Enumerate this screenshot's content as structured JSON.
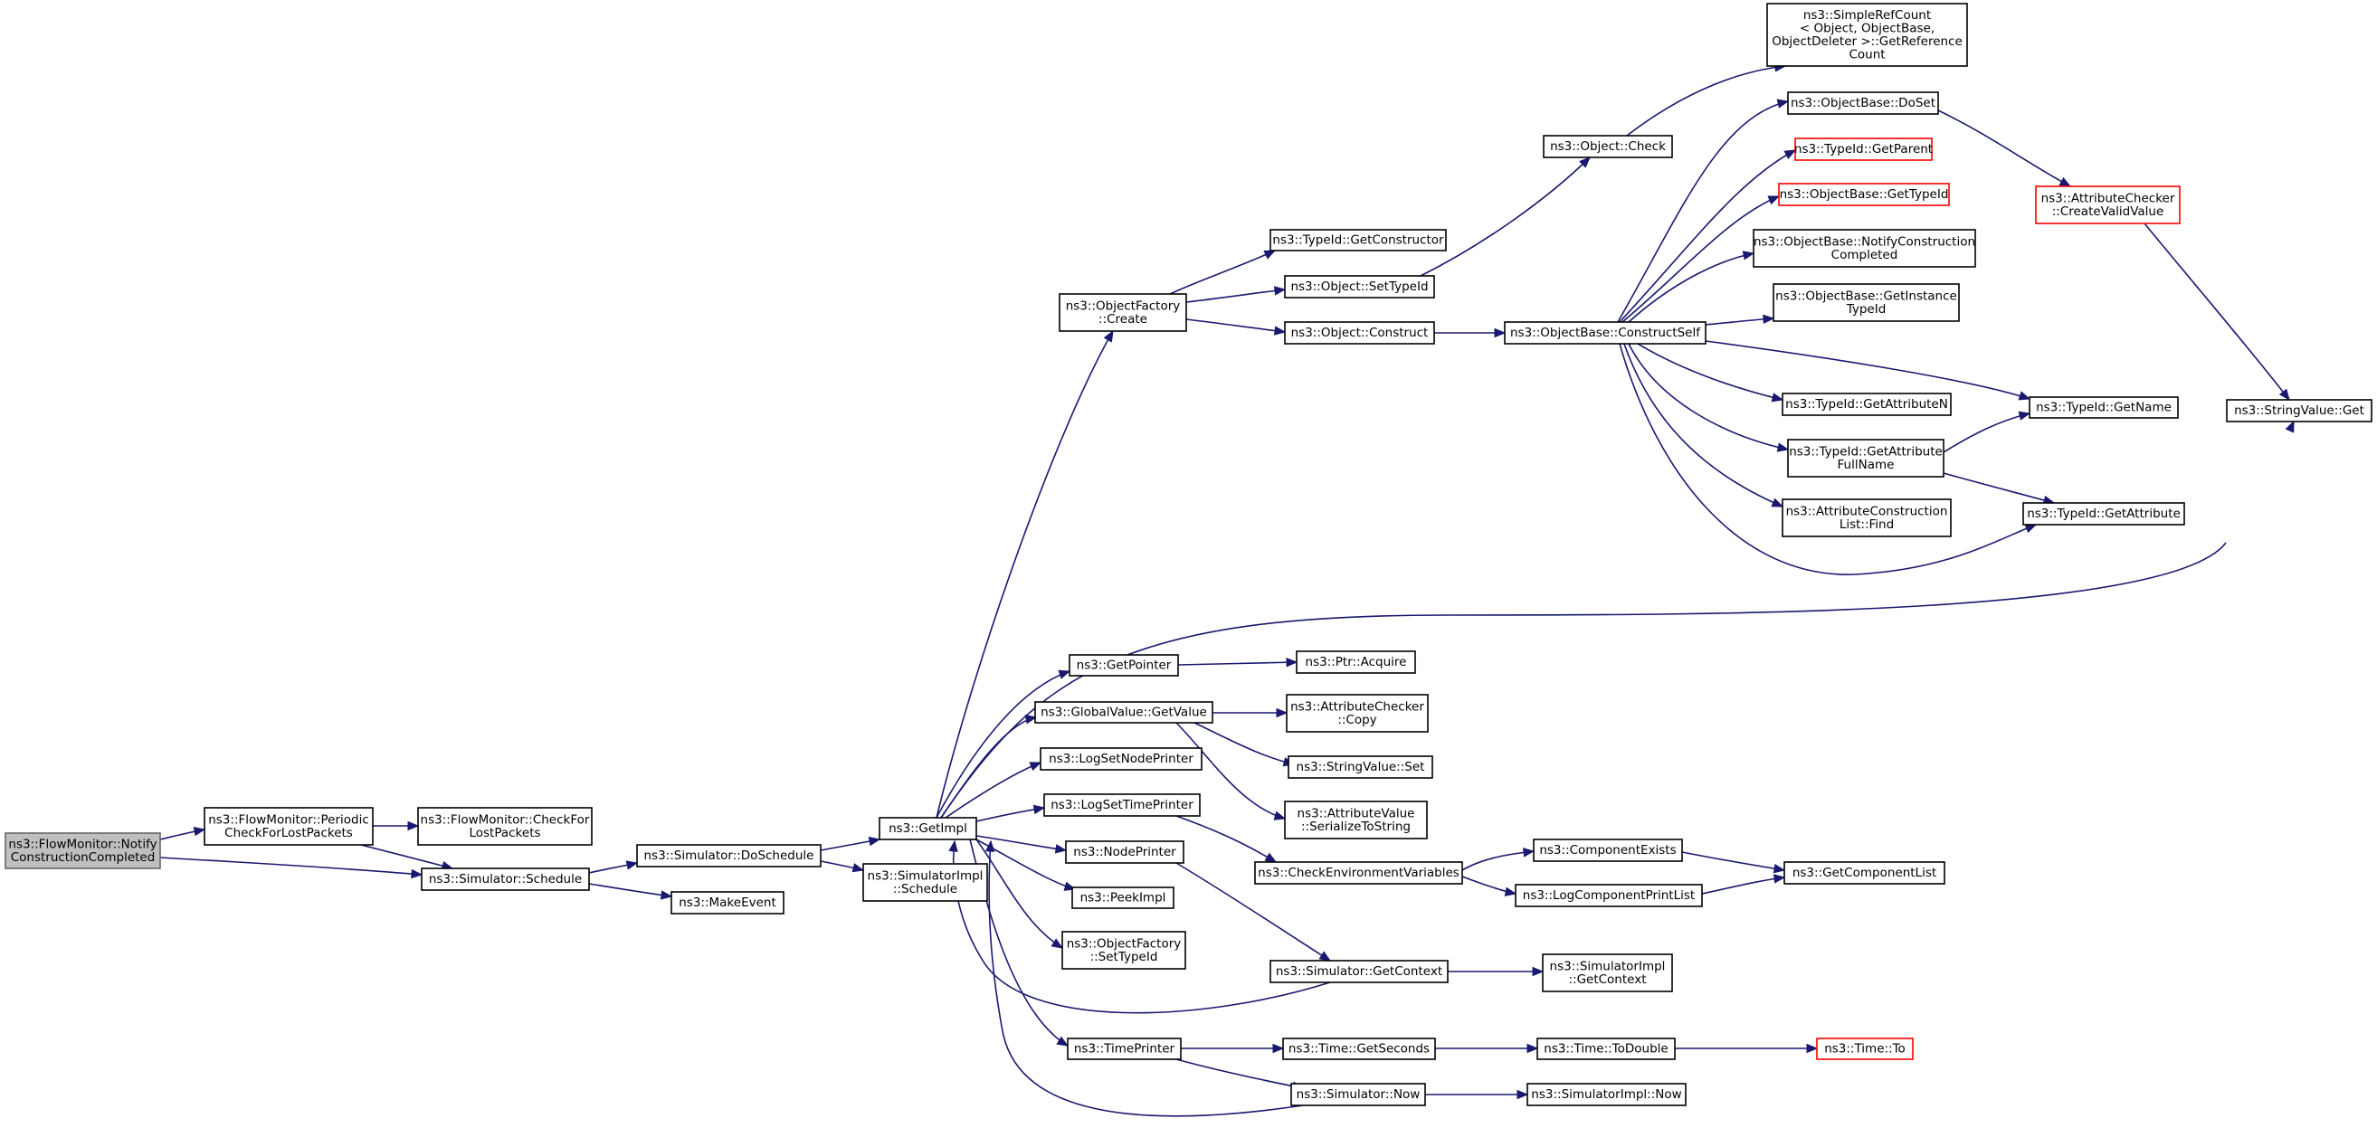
{
  "nodes": [
    {
      "id": "n0",
      "lines": [
        "ns3::FlowMonitor::Notify",
        "ConstructionCompleted"
      ],
      "root": true
    },
    {
      "id": "n1",
      "lines": [
        "ns3::FlowMonitor::Periodic",
        "CheckForLostPackets"
      ]
    },
    {
      "id": "n2",
      "lines": [
        "ns3::FlowMonitor::CheckFor",
        "LostPackets"
      ]
    },
    {
      "id": "n3",
      "lines": [
        "ns3::Simulator::Schedule"
      ]
    },
    {
      "id": "n4",
      "lines": [
        "ns3::Simulator::DoSchedule"
      ]
    },
    {
      "id": "n5",
      "lines": [
        "ns3::MakeEvent"
      ]
    },
    {
      "id": "n6",
      "lines": [
        "ns3::GetImpl"
      ]
    },
    {
      "id": "n7",
      "lines": [
        "ns3::SimulatorImpl",
        "::Schedule"
      ]
    },
    {
      "id": "n8",
      "lines": [
        "ns3::ObjectFactory",
        "::Create"
      ]
    },
    {
      "id": "n9",
      "lines": [
        "ns3::GetPointer"
      ]
    },
    {
      "id": "n10",
      "lines": [
        "ns3::GlobalValue::GetValue"
      ]
    },
    {
      "id": "n11",
      "lines": [
        "ns3::LogSetNodePrinter"
      ]
    },
    {
      "id": "n12",
      "lines": [
        "ns3::LogSetTimePrinter"
      ]
    },
    {
      "id": "n13",
      "lines": [
        "ns3::NodePrinter"
      ]
    },
    {
      "id": "n14",
      "lines": [
        "ns3::PeekImpl"
      ]
    },
    {
      "id": "n15",
      "lines": [
        "ns3::ObjectFactory",
        "::SetTypeId"
      ]
    },
    {
      "id": "n16",
      "lines": [
        "ns3::TimePrinter"
      ]
    },
    {
      "id": "n17",
      "lines": [
        "ns3::TypeId::GetConstructor"
      ]
    },
    {
      "id": "n18",
      "lines": [
        "ns3::Object::SetTypeId"
      ]
    },
    {
      "id": "n19",
      "lines": [
        "ns3::Object::Construct"
      ]
    },
    {
      "id": "n20",
      "lines": [
        "ns3::Object::Check"
      ]
    },
    {
      "id": "n21",
      "lines": [
        "ns3::SimpleRefCount",
        "< Object, ObjectBase,",
        "ObjectDeleter >::GetReference",
        "Count"
      ]
    },
    {
      "id": "n22",
      "lines": [
        "ns3::ObjectBase::ConstructSelf"
      ]
    },
    {
      "id": "n23",
      "lines": [
        "ns3::ObjectBase::DoSet"
      ]
    },
    {
      "id": "n24",
      "lines": [
        "ns3::TypeId::GetParent"
      ],
      "red": true
    },
    {
      "id": "n25",
      "lines": [
        "ns3::ObjectBase::GetTypeId"
      ],
      "red": true
    },
    {
      "id": "n26",
      "lines": [
        "ns3::ObjectBase::NotifyConstruction",
        "Completed"
      ]
    },
    {
      "id": "n27",
      "lines": [
        "ns3::ObjectBase::GetInstance",
        "TypeId"
      ]
    },
    {
      "id": "n28",
      "lines": [
        "ns3::TypeId::GetAttributeN"
      ]
    },
    {
      "id": "n29",
      "lines": [
        "ns3::TypeId::GetAttribute",
        "FullName"
      ]
    },
    {
      "id": "n30",
      "lines": [
        "ns3::AttributeConstruction",
        "List::Find"
      ]
    },
    {
      "id": "n31",
      "lines": [
        "ns3::AttributeChecker",
        "::CreateValidValue"
      ],
      "red": true
    },
    {
      "id": "n32",
      "lines": [
        "ns3::TypeId::GetName"
      ]
    },
    {
      "id": "n33",
      "lines": [
        "ns3::TypeId::GetAttribute"
      ]
    },
    {
      "id": "n34",
      "lines": [
        "ns3::StringValue::Get"
      ]
    },
    {
      "id": "n35",
      "lines": [
        "ns3::Ptr::Acquire"
      ]
    },
    {
      "id": "n36",
      "lines": [
        "ns3::AttributeChecker",
        "::Copy"
      ]
    },
    {
      "id": "n37",
      "lines": [
        "ns3::StringValue::Set"
      ]
    },
    {
      "id": "n38",
      "lines": [
        "ns3::AttributeValue",
        "::SerializeToString"
      ]
    },
    {
      "id": "n39",
      "lines": [
        "ns3::CheckEnvironmentVariables"
      ]
    },
    {
      "id": "n40",
      "lines": [
        "ns3::ComponentExists"
      ]
    },
    {
      "id": "n41",
      "lines": [
        "ns3::LogComponentPrintList"
      ]
    },
    {
      "id": "n42",
      "lines": [
        "ns3::GetComponentList"
      ]
    },
    {
      "id": "n43",
      "lines": [
        "ns3::Simulator::GetContext"
      ]
    },
    {
      "id": "n44",
      "lines": [
        "ns3::SimulatorImpl",
        "::GetContext"
      ]
    },
    {
      "id": "n45",
      "lines": [
        "ns3::Time::GetSeconds"
      ]
    },
    {
      "id": "n46",
      "lines": [
        "ns3::Time::ToDouble"
      ]
    },
    {
      "id": "n47",
      "lines": [
        "ns3::Time::To"
      ],
      "red": true
    },
    {
      "id": "n48",
      "lines": [
        "ns3::Simulator::Now"
      ]
    },
    {
      "id": "n49",
      "lines": [
        "ns3::SimulatorImpl::Now"
      ]
    }
  ],
  "edges": [
    [
      "n0",
      "n1"
    ],
    [
      "n0",
      "n3"
    ],
    [
      "n1",
      "n2"
    ],
    [
      "n1",
      "n3"
    ],
    [
      "n3",
      "n4"
    ],
    [
      "n3",
      "n5"
    ],
    [
      "n4",
      "n6"
    ],
    [
      "n4",
      "n7"
    ],
    [
      "n6",
      "n8"
    ],
    [
      "n6",
      "n9"
    ],
    [
      "n6",
      "n10"
    ],
    [
      "n6",
      "n11"
    ],
    [
      "n6",
      "n12"
    ],
    [
      "n6",
      "n13"
    ],
    [
      "n6",
      "n14"
    ],
    [
      "n6",
      "n15"
    ],
    [
      "n6",
      "n16"
    ],
    [
      "n6",
      "n34"
    ],
    [
      "n43",
      "n6"
    ],
    [
      "n48",
      "n6"
    ],
    [
      "n8",
      "n17"
    ],
    [
      "n8",
      "n18"
    ],
    [
      "n8",
      "n19"
    ],
    [
      "n18",
      "n20"
    ],
    [
      "n19",
      "n22"
    ],
    [
      "n20",
      "n21"
    ],
    [
      "n22",
      "n23"
    ],
    [
      "n22",
      "n24"
    ],
    [
      "n22",
      "n25"
    ],
    [
      "n22",
      "n26"
    ],
    [
      "n22",
      "n27"
    ],
    [
      "n22",
      "n28"
    ],
    [
      "n22",
      "n29"
    ],
    [
      "n22",
      "n30"
    ],
    [
      "n22",
      "n32"
    ],
    [
      "n22",
      "n33"
    ],
    [
      "n23",
      "n31"
    ],
    [
      "n31",
      "n34"
    ],
    [
      "n29",
      "n32"
    ],
    [
      "n29",
      "n33"
    ],
    [
      "n9",
      "n35"
    ],
    [
      "n10",
      "n36"
    ],
    [
      "n10",
      "n37"
    ],
    [
      "n10",
      "n38"
    ],
    [
      "n12",
      "n39"
    ],
    [
      "n39",
      "n40"
    ],
    [
      "n39",
      "n41"
    ],
    [
      "n40",
      "n42"
    ],
    [
      "n41",
      "n42"
    ],
    [
      "n13",
      "n43"
    ],
    [
      "n43",
      "n44"
    ],
    [
      "n16",
      "n45"
    ],
    [
      "n16",
      "n48"
    ],
    [
      "n45",
      "n46"
    ],
    [
      "n46",
      "n47"
    ],
    [
      "n48",
      "n49"
    ]
  ]
}
